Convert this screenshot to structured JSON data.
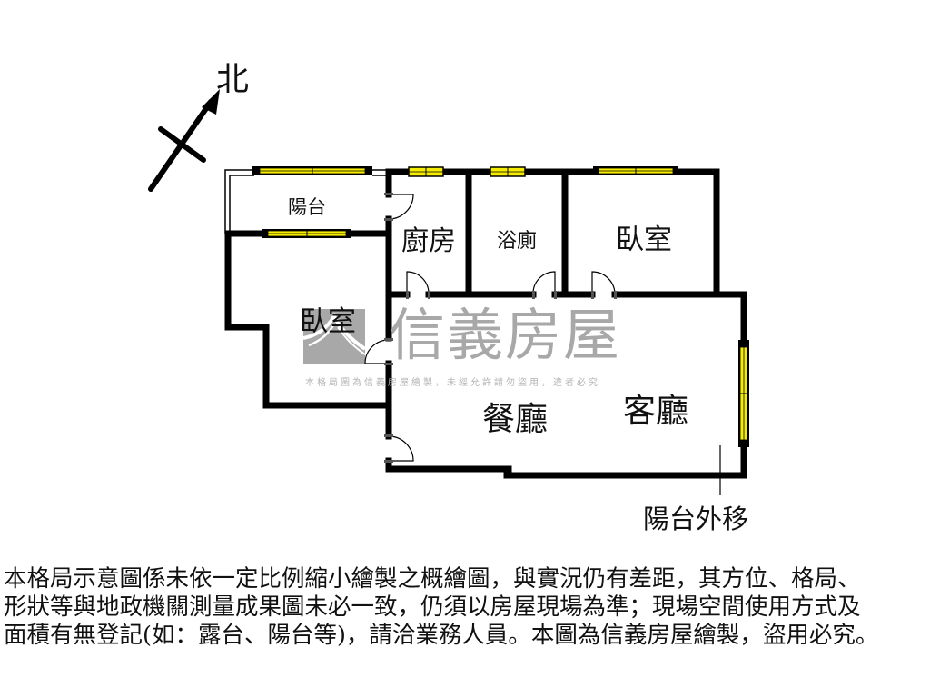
{
  "compass": {
    "label": "北",
    "direction": "north-east arrow"
  },
  "rooms": {
    "balcony": "陽台",
    "kitchen": "廚房",
    "bathroom": "浴廁",
    "bedroom_ne": "臥室",
    "bedroom_w": "臥室",
    "dining": "餐廳",
    "living": "客廳"
  },
  "annotation": {
    "label": "陽台外移"
  },
  "watermark": {
    "title": "信義房屋",
    "subtitle": "本格局圖為信義房屋繪製，未經允許請勿盜用，違者必究"
  },
  "colors": {
    "wall": "#000000",
    "window_fill": "#f5ec00",
    "watermark": "#a8a8a8",
    "background": "#ffffff"
  },
  "disclaimer": {
    "lines": [
      "本格局示意圖係未依一定比例縮小繪製之概繪圖，與實況仍有差距，其方位、格局、",
      "形狀等與地政機關測量成果圖未必一致，仍須以房屋現場為準；現場空間使用方式及",
      "面積有無登記(如：露台、陽台等)，請洽業務人員。本圖為信義房屋繪製，盜用必究。"
    ]
  }
}
